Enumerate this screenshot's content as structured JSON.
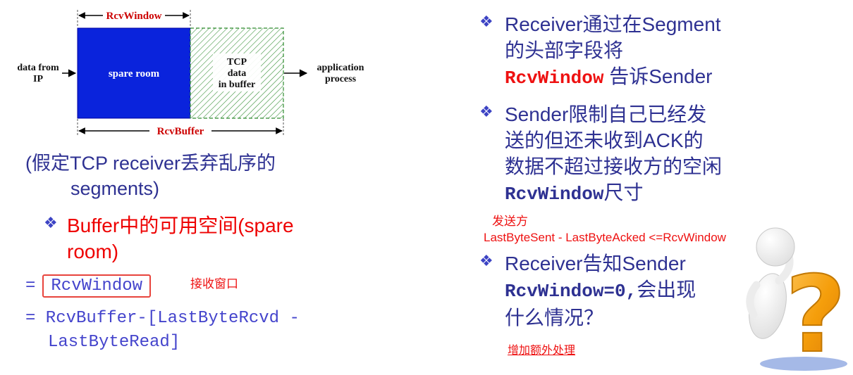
{
  "bullet_char": "❖",
  "colors": {
    "text_blue": "#2E3192",
    "accent_red": "#EE1111",
    "diagram_label_red": "#CC0000",
    "buffer_fill_blue": "#0A23DC",
    "hatch_green": "#2E8B2E",
    "question_orange": "#F59E0B"
  },
  "diagram": {
    "window_label": "RcvWindow",
    "buffer_label": "RcvBuffer",
    "spare_room_label": "spare room",
    "tcp_data": {
      "l1": "TCP",
      "l2": "data",
      "l3": "in buffer"
    },
    "input_label": {
      "l1": "data from",
      "l2": "IP"
    },
    "output_label": {
      "l1": "application",
      "l2": "process"
    }
  },
  "left": {
    "assumption": {
      "l1": "(假定TCP receiver丢弃乱序的",
      "l2": "segments)"
    },
    "spare_bullet": {
      "l1": "Buffer中的可用空间(spare",
      "l2": "room)"
    },
    "eq_window": {
      "prefix": "=",
      "boxed": "RcvWindow",
      "annotation": "接收窗口"
    },
    "eq_buffer": {
      "l1": "= RcvBuffer-[LastByteRcvd -",
      "l2": "LastByteRead]"
    }
  },
  "right": {
    "bullet1": {
      "l1": "Receiver通过在Segment",
      "l2": "的头部字段将",
      "l3_code": "RcvWindow",
      "l3_rest": " 告诉Sender"
    },
    "bullet2": {
      "l1": "Sender限制自己已经发",
      "l2": "送的但还未收到ACK的",
      "l3": "数据不超过接收方的空闲",
      "l4_code": "RcvWindow",
      "l4_rest": "尺寸"
    },
    "sender_note": {
      "title": "发送方",
      "formula": "LastByteSent - LastByteAcked <=RcvWindow"
    },
    "bullet3": {
      "l1": "Receiver告知Sender",
      "l2_code": "RcvWindow=0,",
      "l2_rest": "会出现",
      "l3": "什么情况？"
    },
    "extra_note": "增加额外处理"
  }
}
